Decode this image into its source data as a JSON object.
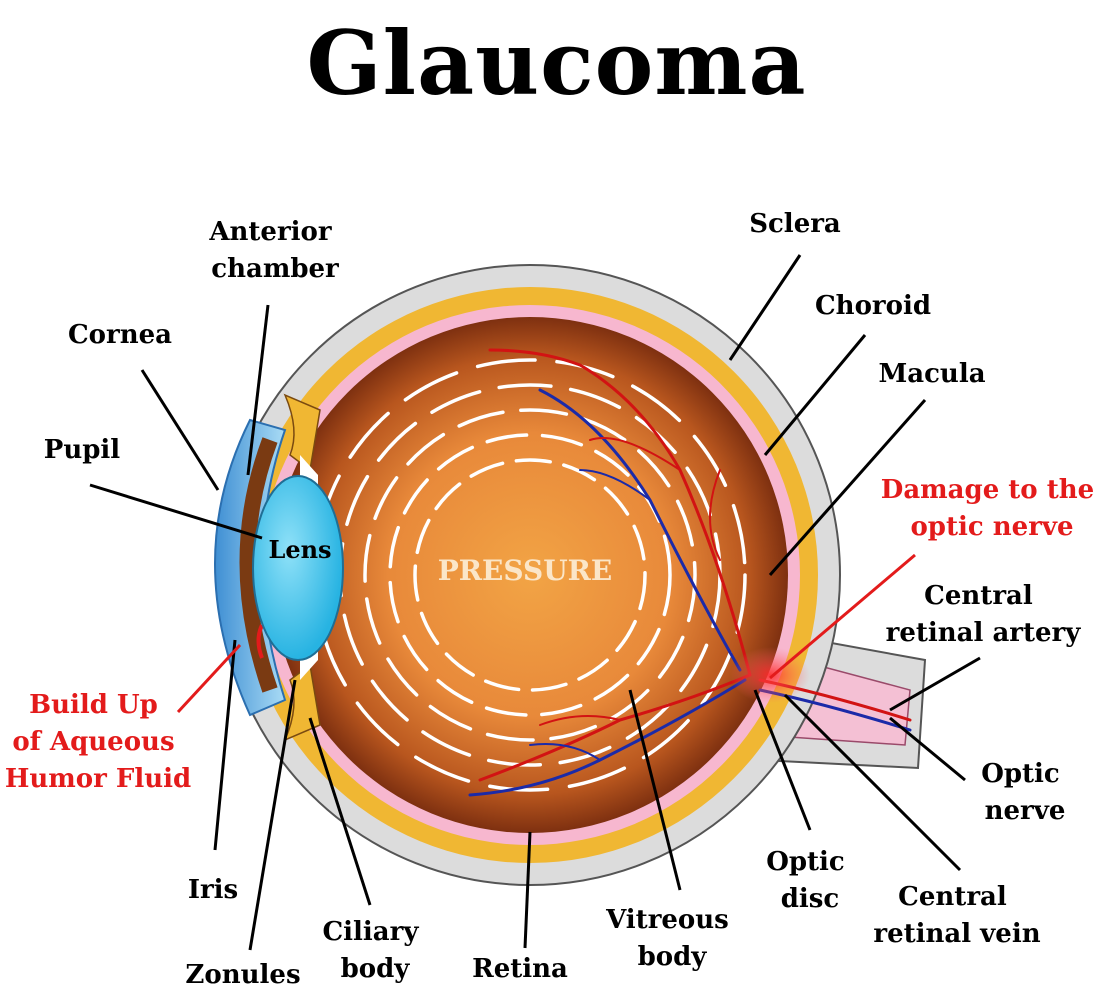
{
  "title": "Glaucoma",
  "colors": {
    "label_text": "#000000",
    "callout_text": "#e31b1b",
    "sclera": "#dcdcdc",
    "choroid": "#f0b733",
    "retina": "#f7b7cf",
    "vitreous_outer": "#8f3a0f",
    "vitreous_center": "#f2a445",
    "lens": "#4fc8ee",
    "cornea": "#9bd3f3",
    "artery": "#d21313",
    "vein": "#1b2aa8"
  },
  "inner_labels": {
    "lens": "Lens",
    "pressure": "PRESSURE"
  },
  "labels": {
    "anterior_chamber": [
      "Anterior",
      "chamber"
    ],
    "cornea": [
      "Cornea"
    ],
    "pupil": [
      "Pupil"
    ],
    "build_up": [
      "Build Up",
      "of Aqueous",
      "Humor Fluid"
    ],
    "iris": [
      "Iris"
    ],
    "zonules": [
      "Zonules"
    ],
    "ciliary_body": [
      "Ciliary",
      "body"
    ],
    "retina": [
      "Retina"
    ],
    "vitreous_body": [
      "Vitreous",
      "body"
    ],
    "optic_disc": [
      "Optic",
      "disc"
    ],
    "central_retinal_vein": [
      "Central",
      "retinal vein"
    ],
    "optic_nerve": [
      "Optic",
      "nerve"
    ],
    "central_retinal_artery": [
      "Central",
      "retinal artery"
    ],
    "damage_optic_nerve": [
      "Damage to the",
      "optic nerve"
    ],
    "macula": [
      "Macula"
    ],
    "choroid": [
      "Choroid"
    ],
    "sclera": [
      "Sclera"
    ]
  }
}
